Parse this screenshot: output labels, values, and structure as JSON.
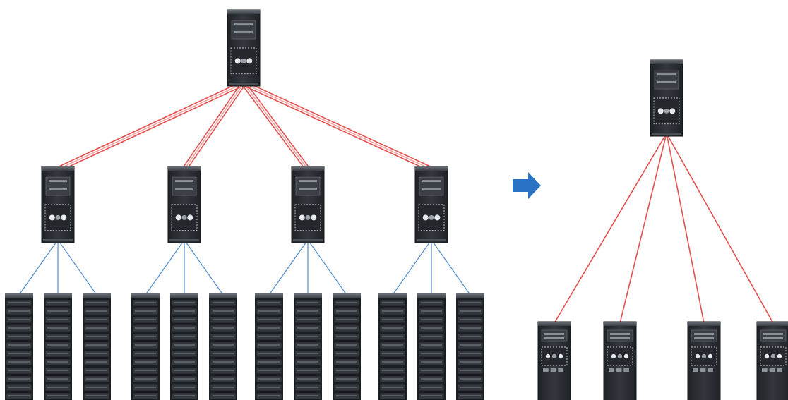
{
  "colors": {
    "background": "#ffffff",
    "uplink_red": "#e2504f",
    "uplink_red_light": "#f2a7a6",
    "downlink_blue": "#5b93cf",
    "arrow_blue": "#2a72c4",
    "device_dark": "#2b2e33",
    "device_top": "#4a4e55",
    "device_highlight": "#8c9097"
  },
  "left_topology": {
    "core_switch": {
      "name": "core-switch",
      "icon": "chassis-switch-icon"
    },
    "aggregation_switches": [
      {
        "name": "agg-switch-1",
        "icon": "chassis-switch-icon",
        "server_racks": 3
      },
      {
        "name": "agg-switch-2",
        "icon": "chassis-switch-icon",
        "server_racks": 3
      },
      {
        "name": "agg-switch-3",
        "icon": "chassis-switch-icon",
        "server_racks": 3
      },
      {
        "name": "agg-switch-4",
        "icon": "chassis-switch-icon",
        "server_racks": 3
      }
    ],
    "uplink_style": "multi-link",
    "downlink_style": "single"
  },
  "transition_arrow": {
    "icon": "arrow-right-icon"
  },
  "right_topology": {
    "core_switch": {
      "name": "core-switch",
      "icon": "chassis-switch-icon"
    },
    "access_switches": [
      {
        "name": "access-switch-1",
        "icon": "modular-switch-icon"
      },
      {
        "name": "access-switch-2",
        "icon": "modular-switch-icon"
      },
      {
        "name": "access-switch-3",
        "icon": "modular-switch-icon"
      },
      {
        "name": "access-switch-4",
        "icon": "modular-switch-icon"
      }
    ],
    "uplink_style": "single"
  }
}
